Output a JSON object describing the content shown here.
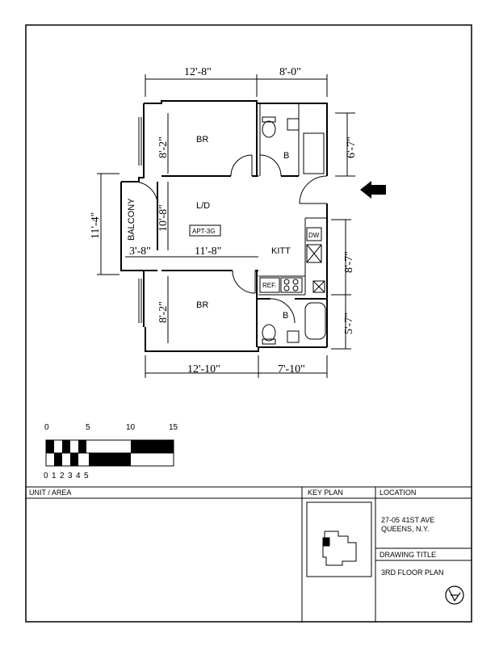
{
  "floor_plan": {
    "rooms": {
      "bedroom_top": "BR",
      "bedroom_bottom": "BR",
      "bath_top": "B",
      "bath_bottom": "B",
      "living_dining": "L/D",
      "kitchen": "KITT",
      "balcony": "BALCONY",
      "apt_label": "APT-3G",
      "dishwasher": "DW",
      "refrigerator": "REF."
    },
    "dimensions": {
      "top_left": "12'-8\"",
      "top_right": "8'-0\"",
      "br_top_height": "8'-2\"",
      "bath_top_height": "6'-7\"",
      "overall_height": "11'-4\"",
      "ld_height": "10'-8\"",
      "balcony_width": "3'-8\"",
      "ld_width": "11'-8\"",
      "kitchen_height": "8'-7\"",
      "br_bottom_height": "8'-2\"",
      "bath_bottom_height": "5'-7\"",
      "bottom_left": "12'-10\"",
      "bottom_right": "7'-10\""
    }
  },
  "scale_bar": {
    "top_labels": [
      "0",
      "5",
      "10",
      "15"
    ],
    "bottom_labels": [
      "0",
      "1",
      "2",
      "3",
      "4",
      "5"
    ]
  },
  "title_block": {
    "unit_area_label": "UNIT / AREA",
    "key_plan_label": "KEY PLAN",
    "location_label": "LOCATION",
    "location_line1": "27-05 41ST AVE",
    "location_line2": "QUEENS, N.Y.",
    "drawing_title_label": "DRAWING TITLE",
    "drawing_title": "3RD FLOOR PLAN"
  }
}
